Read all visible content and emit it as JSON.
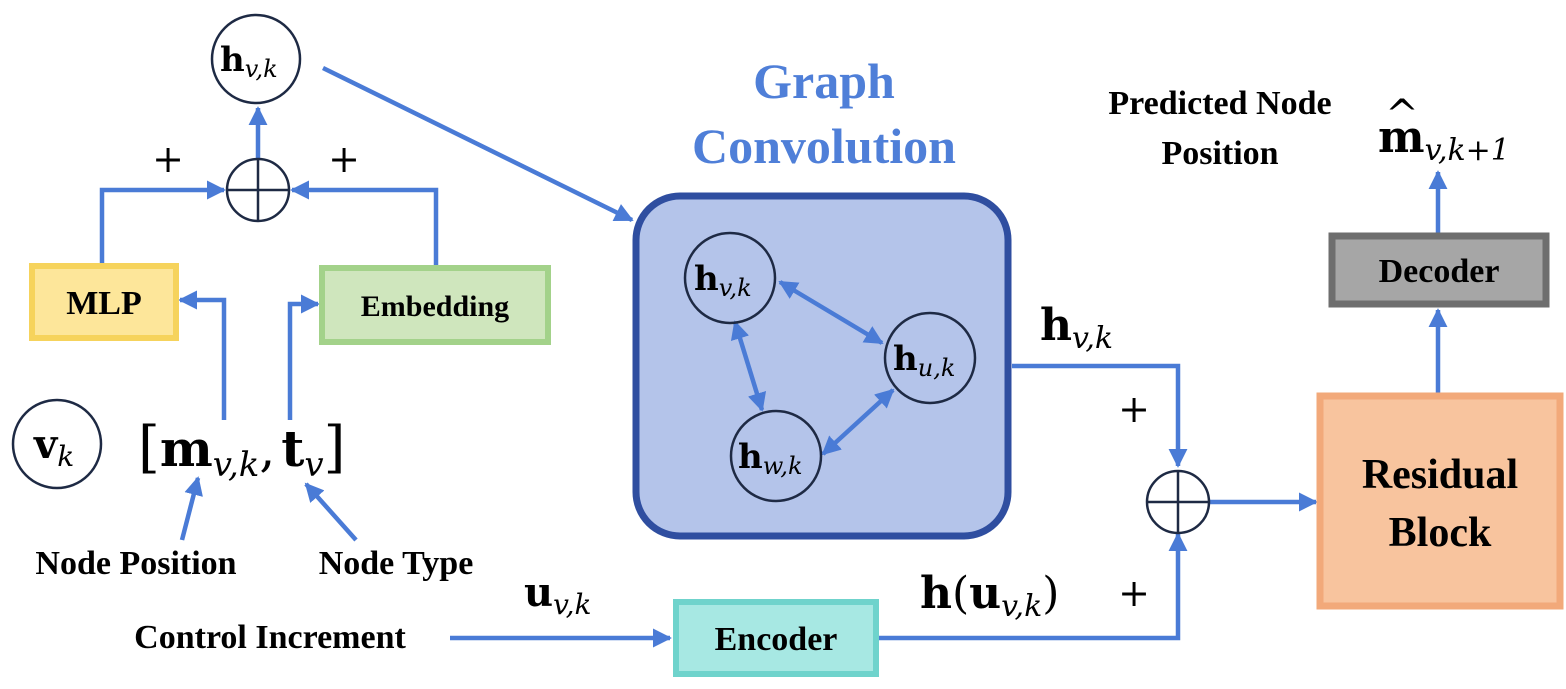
{
  "title": {
    "line1": "Graph",
    "line2": "Convolution"
  },
  "blocks": {
    "mlp": "MLP",
    "embedding": "Embedding",
    "decoder": "Decoder",
    "residual_line1": "Residual",
    "residual_line2": "Block",
    "encoder": "Encoder"
  },
  "labels": {
    "node_position": "Node Position",
    "node_type": "Node Type",
    "control_increment": "Control Increment",
    "predicted_line1": "Predicted Node",
    "predicted_line2": "Position"
  },
  "signs": {
    "plus": "+"
  },
  "math": {
    "h_bold": "h",
    "m_bold": "m",
    "t_bold": "t",
    "v_bold": "v",
    "u_bold": "u",
    "sub_vk": "v,k",
    "sub_uk": "u,k",
    "sub_wk": "w,k",
    "sub_v": "v",
    "sub_k": "k",
    "sub_vk1": "v,k+1",
    "lbracket": "[",
    "rbracket": "]",
    "comma": ",",
    "lparen": "(",
    "rparen": ")",
    "hat": "^"
  },
  "colors": {
    "arrow": "#4a7bd6",
    "gc_fill": "#b4c4ea",
    "gc_border": "#2f4ea0",
    "title": "#4f7fd8",
    "mlp_fill": "#fde69a",
    "mlp_border": "#f6d35c",
    "emb_fill": "#cfe6bd",
    "emb_border": "#a3d28a",
    "dec_fill": "#a6a6a6",
    "dec_border": "#6e6e6e",
    "res_fill": "#f8c49e",
    "res_border": "#f2a97a",
    "enc_fill": "#a7e8e3",
    "enc_border": "#6fd3cc"
  }
}
